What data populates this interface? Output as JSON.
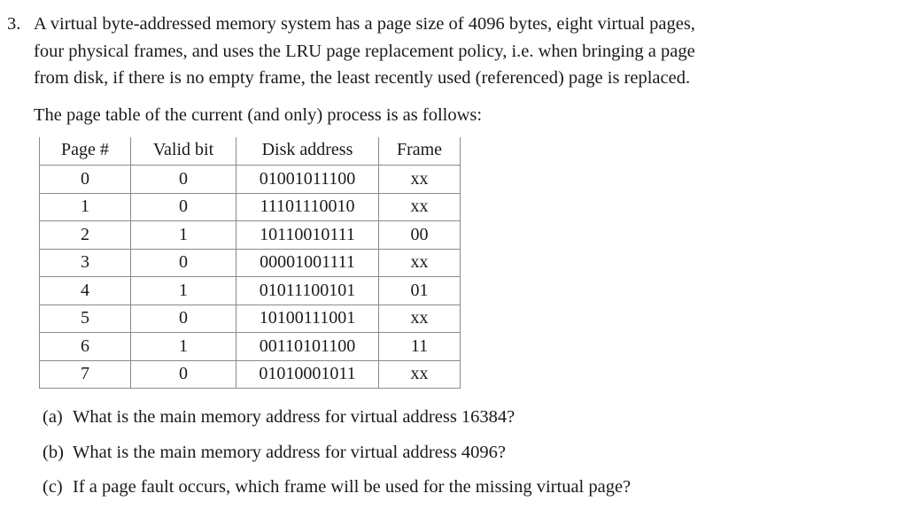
{
  "problem": {
    "number": "3.",
    "stem_lines": [
      "A virtual byte-addressed memory system has a page size of 4096 bytes, eight virtual pages,",
      "four physical frames, and uses the LRU page replacement policy, i.e. when bringing a page",
      "from disk, if there is no empty frame, the least recently used (referenced) page is replaced."
    ],
    "intro": "The page table of the current (and only) process is as follows:"
  },
  "page_table": {
    "headers": [
      "Page #",
      "Valid bit",
      "Disk address",
      "Frame"
    ],
    "rows": [
      {
        "page": "0",
        "valid": "0",
        "disk": "01001011100",
        "frame": "xx"
      },
      {
        "page": "1",
        "valid": "0",
        "disk": "11101110010",
        "frame": "xx"
      },
      {
        "page": "2",
        "valid": "1",
        "disk": "10110010111",
        "frame": "00"
      },
      {
        "page": "3",
        "valid": "0",
        "disk": "00001001111",
        "frame": "xx"
      },
      {
        "page": "4",
        "valid": "1",
        "disk": "01011100101",
        "frame": "01"
      },
      {
        "page": "5",
        "valid": "0",
        "disk": "10100111001",
        "frame": "xx"
      },
      {
        "page": "6",
        "valid": "1",
        "disk": "00110101100",
        "frame": "11"
      },
      {
        "page": "7",
        "valid": "0",
        "disk": "01010001011",
        "frame": "xx"
      }
    ]
  },
  "subquestions": [
    {
      "label": "(a)",
      "text": "What is the main memory address for virtual address 16384?"
    },
    {
      "label": "(b)",
      "text": "What is the main memory address for virtual address 4096?"
    },
    {
      "label": "(c)",
      "text": "If a page fault occurs, which frame will be used for the missing virtual page?"
    }
  ],
  "colors": {
    "text": "#1a1a1a",
    "rule": "#8a8a8a",
    "background": "#ffffff"
  }
}
